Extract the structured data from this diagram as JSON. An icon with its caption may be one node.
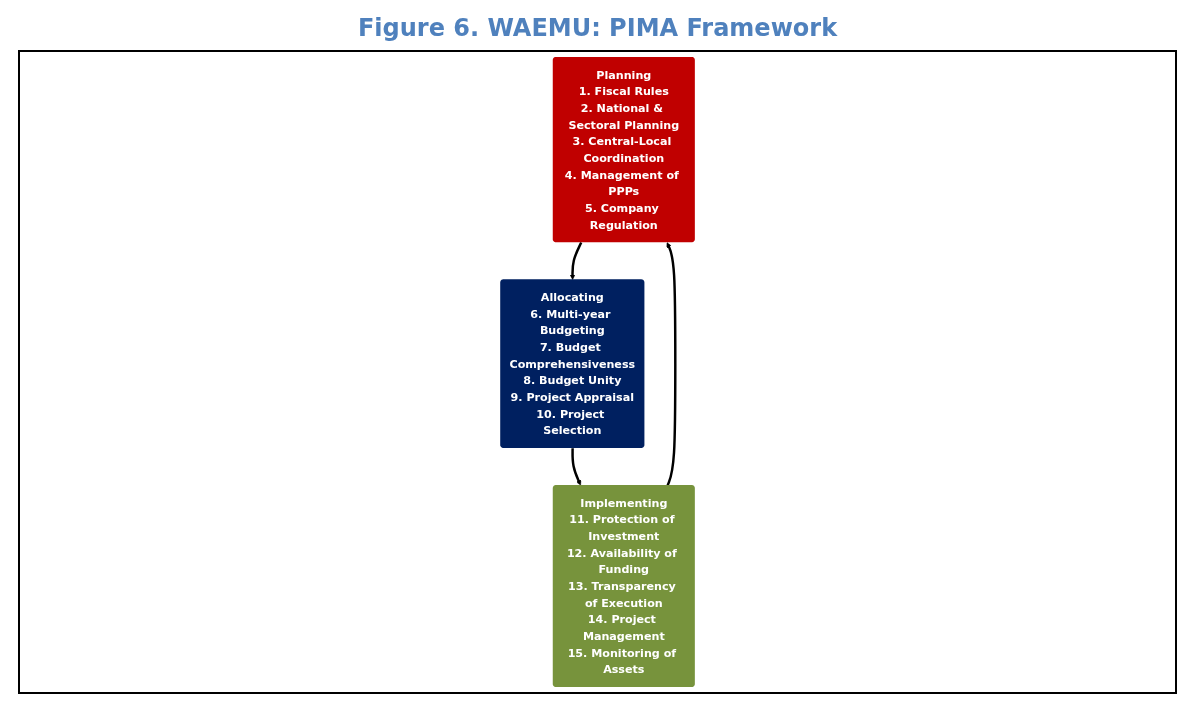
{
  "diagram": {
    "title": "Figure 6. WAEMU: PIMA Framework",
    "nodes": [
      {
        "text": [
          "Planning",
          "1. Fiscal Rules",
          "2. National & Sectoral Planning",
          "3. Central-Local Coordination",
          "4. Management of PPPs",
          "5. Company Regulation"
        ]
      },
      {
        "text": [
          "Allocating",
          "6. Multi-year Budgeting",
          "7. Budget Comprehensiveness",
          "8. Budget Unity",
          "9. Project Appraisal",
          "10. Project Selection"
        ]
      },
      {
        "text": [
          "Implementing",
          "11. Protection of Investment",
          "12. Availability of Funding",
          "13. Transparency of Execution",
          "14. Project Management",
          "15. Monitoring of Assets"
        ]
      }
    ],
    "edges": [
      {
        "from": 0,
        "to": 1,
        "arrow": "to"
      },
      {
        "from": 1,
        "to": 2,
        "arrow": "to"
      },
      {
        "from": 2,
        "to": 0,
        "arrow": "to"
      }
    ]
  }
}
